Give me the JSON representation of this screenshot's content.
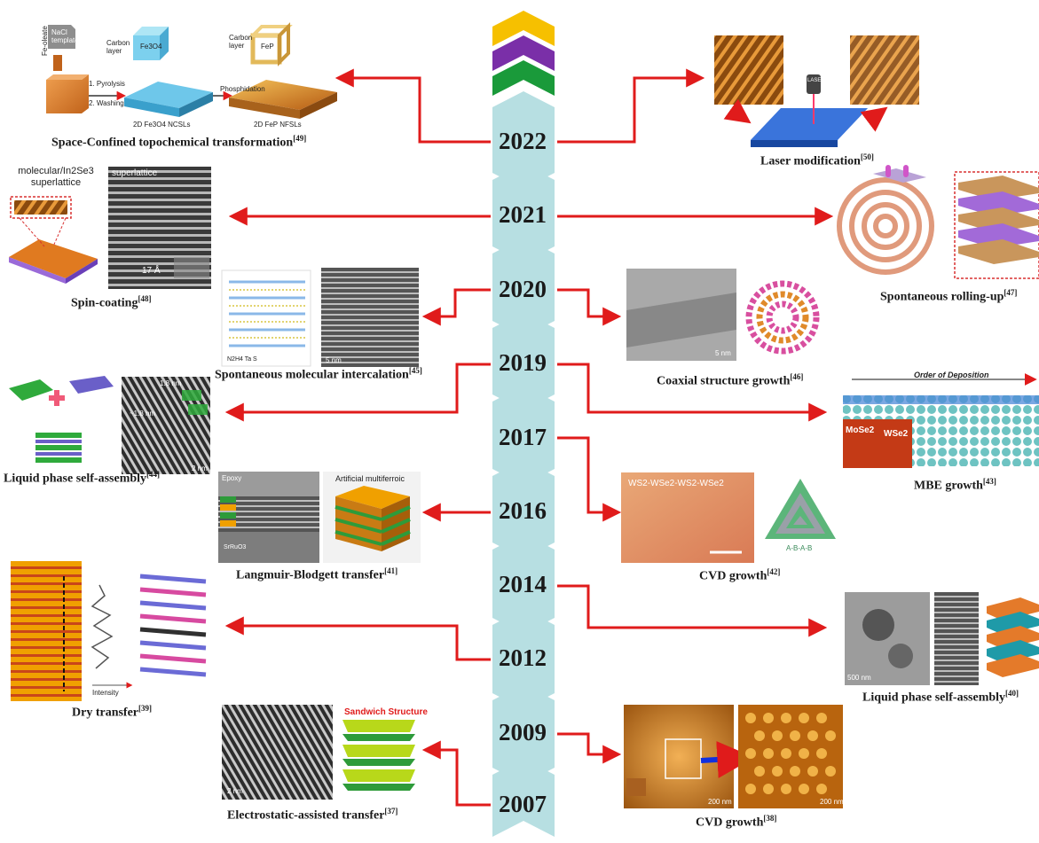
{
  "timeline": {
    "years": [
      "2022",
      "2021",
      "2020",
      "2019",
      "2017",
      "2016",
      "2014",
      "2012",
      "2009",
      "2007"
    ],
    "colors": {
      "spine": "#b7dfe2",
      "arrow": "#e01b1b",
      "chevron_yellow": "#f6c000",
      "chevron_purple": "#7a2fa8",
      "chevron_green": "#1a9a3a"
    }
  },
  "entries": [
    {
      "year": "2022",
      "side": "left",
      "caption": "Space-Confined topochemical transformation",
      "ref": "[49]"
    },
    {
      "year": "2022",
      "side": "right",
      "caption": "Laser modification",
      "ref": "[50]"
    },
    {
      "year": "2021",
      "side": "left",
      "caption": "Spin-coating",
      "ref": "[48]"
    },
    {
      "year": "2021",
      "side": "right",
      "caption": "Spontaneous rolling-up",
      "ref": "[47]"
    },
    {
      "year": "2020",
      "side": "left",
      "caption": "Spontaneous molecular intercalation",
      "ref": "[45]"
    },
    {
      "year": "2020",
      "side": "right",
      "caption": "Coaxial structure growth",
      "ref": "[46]"
    },
    {
      "year": "2019",
      "side": "left",
      "caption": "Liquid phase self-assembly",
      "ref": "[44]"
    },
    {
      "year": "2019",
      "side": "right",
      "caption": "MBE growth",
      "ref": "[43]"
    },
    {
      "year": "2016",
      "side": "left",
      "caption": "Langmuir-Blodgett transfer",
      "ref": "[41]"
    },
    {
      "year": "2017",
      "side": "right",
      "caption": "CVD growth",
      "ref": "[42]"
    },
    {
      "year": "2012",
      "side": "left",
      "caption": "Dry transfer",
      "ref": "[39]"
    },
    {
      "year": "2014",
      "side": "right",
      "caption": "Liquid phase self-assembly",
      "ref": "[40]"
    },
    {
      "year": "2007",
      "side": "left",
      "caption": "Electrostatic-assisted transfer",
      "ref": "[37]"
    },
    {
      "year": "2009",
      "side": "right",
      "caption": "CVD growth",
      "ref": "[38]"
    }
  ],
  "panel_labels": {
    "nacl_template": "NaCl template",
    "fe_oleate": "Fe-oleate",
    "pyrolysis": "1. Pyrolysis",
    "washing": "2. Washing",
    "carbon_layer": "Carbon layer",
    "fe3o4": "Fe3O4",
    "fe3o4_ncsls": "2D Fe3O4 NCSLs",
    "phosphidation": "Phosphidation",
    "fep": "FeP",
    "fep_nfsls": "2D FeP NFSLs",
    "laser": "LASER",
    "superlattice_title": "molecular/In2Se3 superlattice",
    "superlattice": "superlattice",
    "spacing_17": "17 Å",
    "legend_intercalation": "N2H4   Ta   S",
    "scale_5nm": "5 nm",
    "spacing_18a": "1.8 nm",
    "spacing_18b": "~1.8 nm",
    "scale_2nm": "2 nm",
    "order_of_deposition": "Order of Deposition",
    "mose2": "MoSe2",
    "wse2": "WSe2",
    "epoxy": "Epoxy",
    "artificial_multiferroic": "Artificial multiferroic",
    "srruo3": "SrRuO3",
    "ws2_wse2": "WS2-WSe2-WS2-WSe2",
    "abab": "A-B-A-B",
    "intensity": "Intensity",
    "scale_500nm": "500 nm",
    "sandwich": "Sandwich Structure",
    "scale_200nm": "200 nm"
  }
}
